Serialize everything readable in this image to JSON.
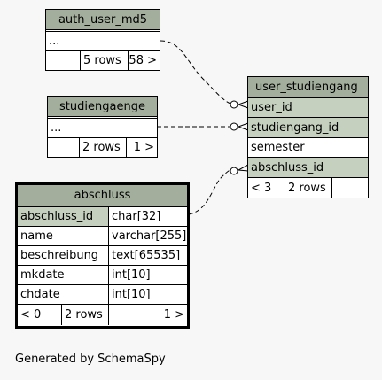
{
  "tables": {
    "auth_user_md5": {
      "name": "auth_user_md5",
      "rows": [
        "..."
      ],
      "footer": [
        "",
        "5 rows",
        "58 >"
      ]
    },
    "studiengaenge": {
      "name": "studiengaenge",
      "rows": [
        "..."
      ],
      "footer": [
        "",
        "2 rows",
        "1 >"
      ]
    },
    "abschluss": {
      "name": "abschluss",
      "columns": [
        {
          "name": "abschluss_id",
          "type": "char[32]",
          "key": true
        },
        {
          "name": "name",
          "type": "varchar[255]",
          "key": false
        },
        {
          "name": "beschreibung",
          "type": "text[65535]",
          "key": false
        },
        {
          "name": "mkdate",
          "type": "int[10]",
          "key": false
        },
        {
          "name": "chdate",
          "type": "int[10]",
          "key": false
        }
      ],
      "footer": [
        "< 0",
        "2 rows",
        "1 >"
      ]
    },
    "user_studiengang": {
      "name": "user_studiengang",
      "columns": [
        {
          "name": "user_id",
          "key": true
        },
        {
          "name": "studiengang_id",
          "key": true
        },
        {
          "name": "semester",
          "key": false
        },
        {
          "name": "abschluss_id",
          "key": true
        }
      ],
      "footer": [
        "< 3",
        "2 rows",
        ""
      ]
    }
  },
  "relationships": [
    {
      "from": "auth_user_md5",
      "to": "user_studiengang.user_id"
    },
    {
      "from": "studiengaenge",
      "to": "user_studiengang.studiengang_id"
    },
    {
      "from": "abschluss.abschluss_id",
      "to": "user_studiengang.abschluss_id"
    }
  ],
  "colors": {
    "header": "#a3ae9d",
    "key_row": "#c5d0bf",
    "background": "#f7f7f7"
  },
  "footer_text": "Generated by SchemaSpy"
}
